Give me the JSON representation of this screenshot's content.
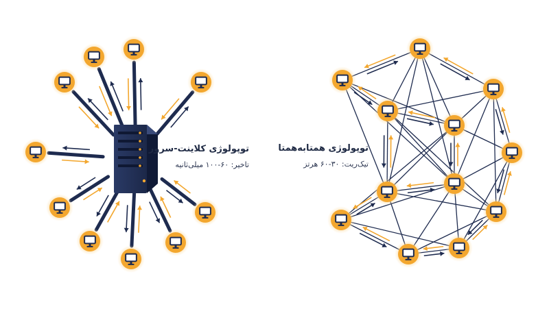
{
  "client_server": {
    "title": "توپولوژی کلاینت-سرور",
    "subtitle": "تاخیر: ۶۰-۱۰۰ میلی‌ثانیه"
  },
  "peer_to_peer": {
    "title": "توپولوژی همتابه‌همتا",
    "subtitle": "تیک‌ریت: ۳۰-۶۰ هرتز"
  },
  "colors": {
    "navy": "#1e2b4f",
    "orange": "#f3a72f",
    "glow": "#fde7c0",
    "screen": "#ffffff"
  },
  "icons": {
    "server": "server-rack-icon",
    "client": "monitor-icon"
  }
}
